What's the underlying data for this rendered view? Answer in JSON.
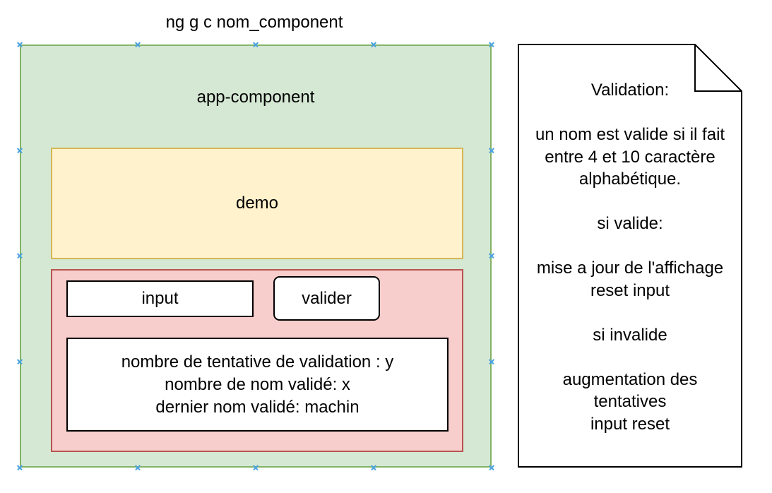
{
  "diagram": {
    "title": "ng g c nom_component",
    "app_component": {
      "label": "app-component",
      "demo": {
        "label": "demo"
      },
      "form": {
        "input_label": "input",
        "valider_label": "valider",
        "stats": [
          "nombre de tentative de validation : y",
          "nombre de nom validé: x",
          "dernier nom validé: machin"
        ]
      }
    },
    "note": {
      "lines": [
        "Validation:",
        "",
        "un nom est valide si il fait",
        "entre 4 et 10 caractère",
        "alphabétique.",
        "",
        "si valide:",
        "",
        "mise a jour de l'affichage",
        "reset input",
        "",
        "si invalide",
        "",
        "augmentation des",
        "tentatives",
        "input reset"
      ]
    },
    "colors": {
      "app_fill": "#d5e8d4",
      "app_stroke": "#82b366",
      "demo_fill": "#fff2cc",
      "demo_stroke": "#d6b656",
      "form_fill": "#f8cecc",
      "form_stroke": "#b85450",
      "selection_anchor": "#4aa3df"
    }
  }
}
